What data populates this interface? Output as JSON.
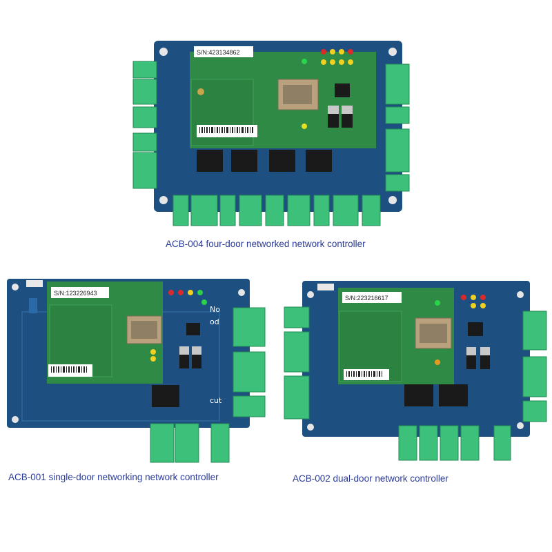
{
  "colors": {
    "pcb_blue": "#1d4f80",
    "pcb_green": "#2f8a45",
    "terminal_green": "#3cc07a",
    "caption_text": "#2a3a9a"
  },
  "boards": [
    {
      "serial_label": "S/N:423134862",
      "caption": "ACB-004 four-door networked network controller"
    },
    {
      "serial_label": "S/N:123226943",
      "caption": "ACB-001 single-door networking network controller",
      "silkscreen": [
        "No",
        "od",
        "cut"
      ]
    },
    {
      "serial_label": "S/N:223216617",
      "caption": "ACB-002 dual-door network controller"
    }
  ]
}
